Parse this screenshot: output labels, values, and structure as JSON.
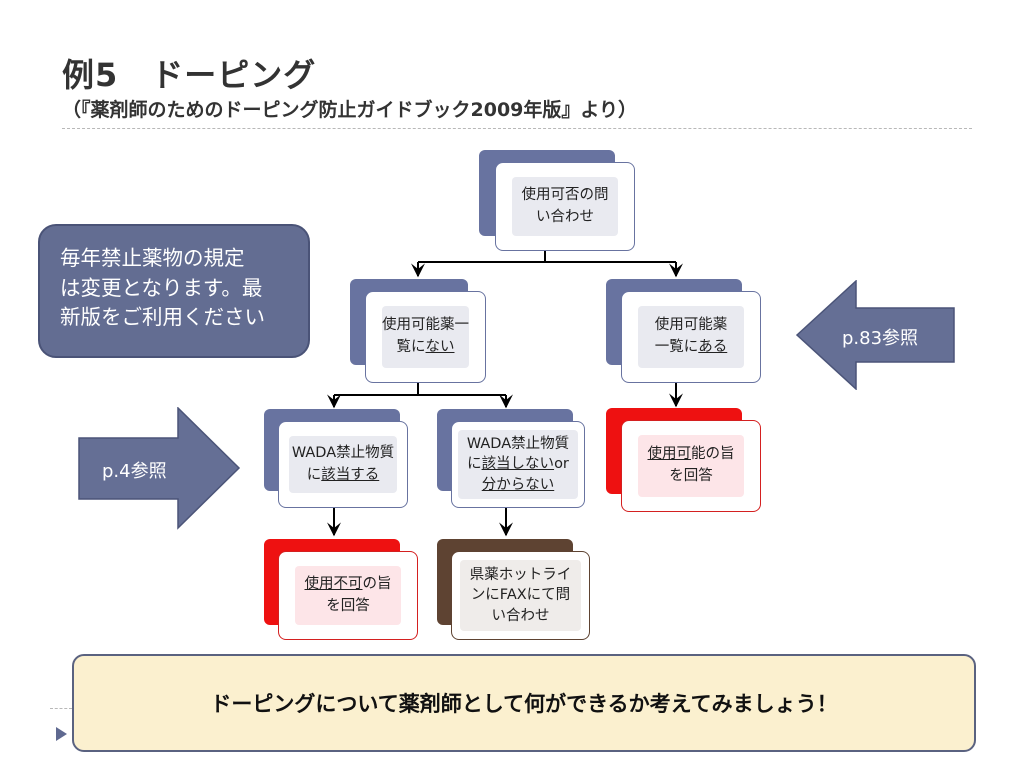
{
  "header": {
    "title": "例5　ドーピング",
    "subtitle": "（『薬剤師のためのドーピング防止ガイドブック2009年版』より）"
  },
  "note": {
    "line1": "毎年禁止薬物の規定",
    "line2": "は変更となります。最",
    "line3": "新版をご利用ください"
  },
  "refs": {
    "p83": "p.83参照",
    "p4": "p.4参照"
  },
  "flow": {
    "inquiry": {
      "line1": "使用可否の問",
      "line2": "い合わせ"
    },
    "not_listed": {
      "line1": "使用可能薬一",
      "pre2": "覧に",
      "u2": "ない"
    },
    "listed": {
      "line1": "使用可能薬",
      "pre2": "一覧に",
      "u2": "ある"
    },
    "wada_yes": {
      "line1": "WADA禁止物質",
      "pre2": "に",
      "u2": "該当する"
    },
    "wada_no": {
      "line1": "WADA禁止物質",
      "pre2": "に",
      "u2": "該当しない",
      "post2": "or",
      "u3": "分からない"
    },
    "answer_ok": {
      "u1": "使用可",
      "post1": "能の旨",
      "line2": "を回答"
    },
    "answer_ng": {
      "u1": "使用不可",
      "post1": "の旨",
      "line2": "を回答"
    },
    "hotline": {
      "line1": "県薬ホットライ",
      "line2": "ンにFAXにて問",
      "line3": "い合わせ"
    }
  },
  "callout": {
    "text": "ドーピングについて薬剤師として何ができるか考えてみましょう！"
  },
  "colors": {
    "box_blue": "#6873a0",
    "box_red": "#ee1111",
    "box_brown": "#5e4332",
    "callout_fill": "#fbf0cf",
    "arrow_fill": "#656f95"
  }
}
